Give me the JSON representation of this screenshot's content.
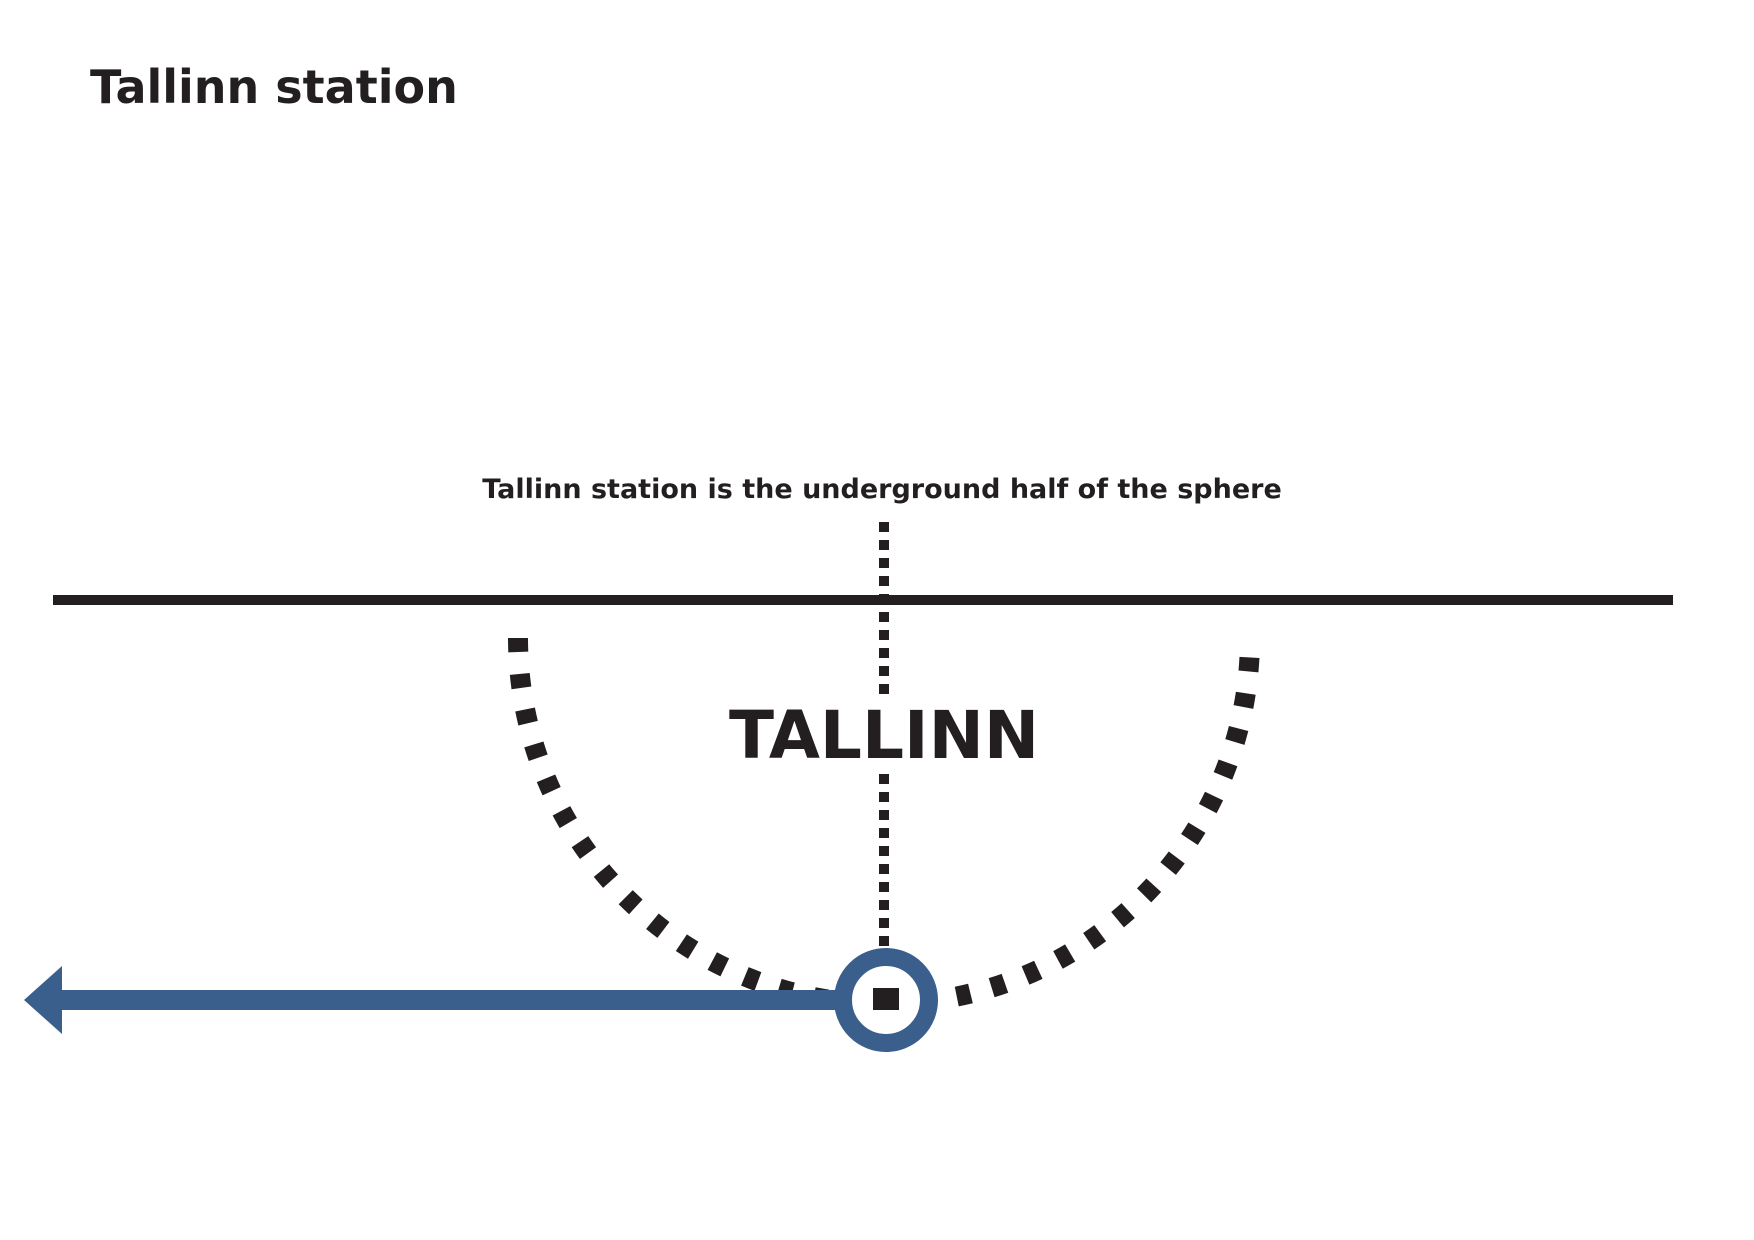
{
  "page": {
    "title": "Tallinn station"
  },
  "diagram": {
    "caption": "Tallinn station is the underground half of the sphere",
    "station_label": "TALLINN",
    "colors": {
      "ink": "#231f20",
      "route": "#3a5f8c",
      "background": "#ffffff"
    },
    "elements": {
      "ground_line": "ground-line",
      "underground_half_sphere": "dashed-semicircle",
      "vertical_axis": "dotted-vertical-line",
      "station_marker": "station-ring-icon",
      "route": "route-arrow-left-icon"
    }
  }
}
